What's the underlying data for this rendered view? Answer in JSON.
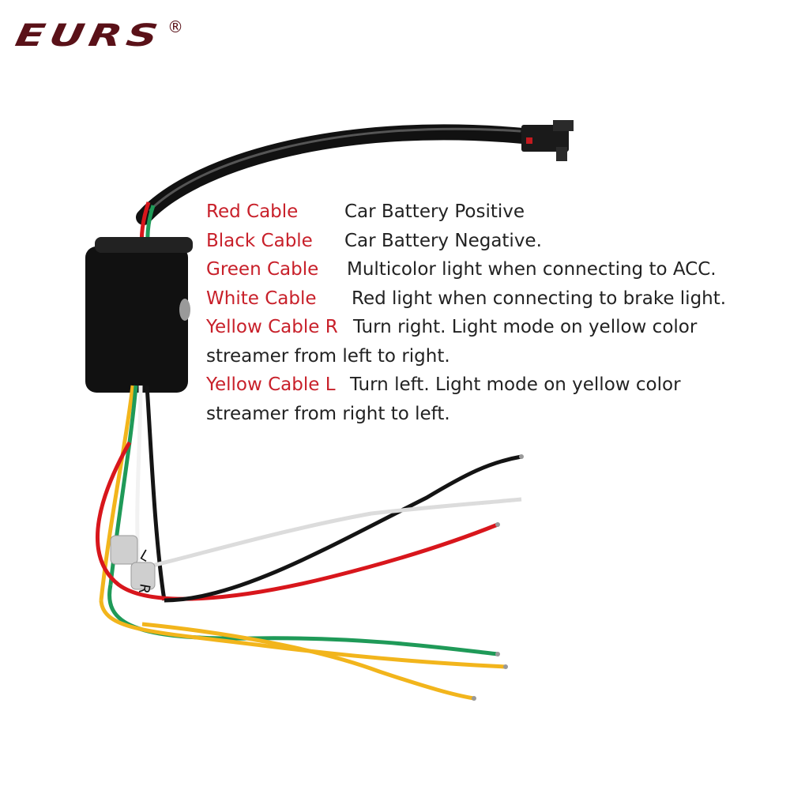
{
  "brand": {
    "logo_text": "EURS",
    "registered_mark": "®"
  },
  "legend": {
    "label_color": "#c8202a",
    "rows": [
      {
        "label": "Red Cable",
        "description": "Car Battery Positive"
      },
      {
        "label": "Black Cable",
        "description": "Car Battery Negative."
      },
      {
        "label": "Green Cable",
        "description": "Multicolor light when connecting to ACC."
      },
      {
        "label": "White Cable",
        "description": "Red light when connecting to brake light."
      },
      {
        "label": "Yellow Cable R",
        "description": "Turn right. Light mode on yellow color",
        "continuation": "streamer from left to right."
      },
      {
        "label": "Yellow Cable L",
        "description": "Turn left. Light mode on yellow color",
        "continuation": "streamer from right to left."
      }
    ]
  },
  "wire_tags": {
    "left": "L",
    "right": "R"
  },
  "wire_colors": {
    "red": "#d8161c",
    "black": "#141414",
    "green": "#1f9a58",
    "white": "#f2f2f2",
    "yellow": "#f2b51c"
  }
}
